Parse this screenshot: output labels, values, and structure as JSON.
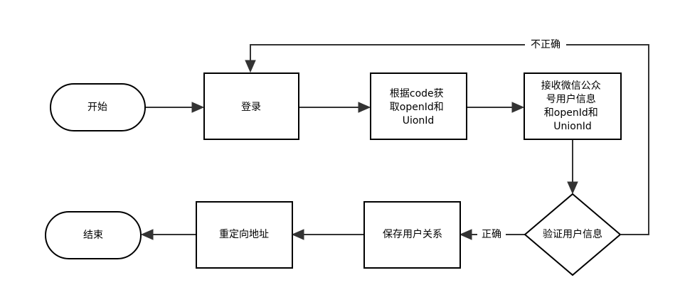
{
  "diagram": {
    "nodes": {
      "start": [
        "开始"
      ],
      "login": [
        "登录"
      ],
      "get_openid": [
        "根据code获",
        "取openId和",
        "UionId"
      ],
      "receive_info": [
        "接收微信公众",
        "号用户信息",
        "和openId和",
        "UnionId"
      ],
      "verify": [
        "验证用户信息"
      ],
      "save": [
        "保存用户关系"
      ],
      "redirect": [
        "重定向地址"
      ],
      "end": [
        "结束"
      ]
    },
    "edge_labels": {
      "correct": "正确",
      "incorrect": "不正确"
    }
  }
}
